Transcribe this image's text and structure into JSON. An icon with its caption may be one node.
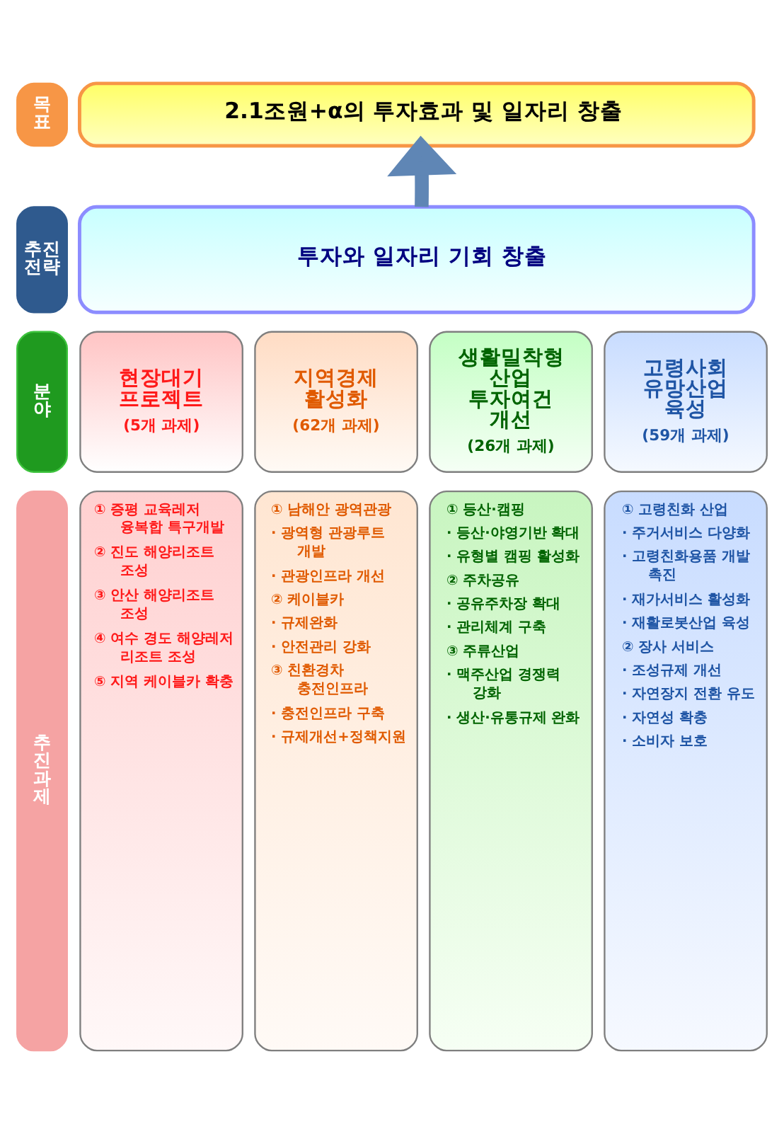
{
  "diagram": {
    "nodes": [
      {
        "text": [
          "목 표"
        ]
      },
      {
        "text": [
          "2.1조원+α의 투자효과 및 일자리 창출"
        ]
      },
      {
        "text": [
          "추진 전략"
        ]
      },
      {
        "text": [
          "투자와 일자리 기회 창출"
        ]
      },
      {
        "text": [
          "분 야"
        ]
      },
      {
        "text": [
          "현장대기 프로젝트",
          "(5개 과제)"
        ]
      },
      {
        "text": [
          "지역경제 활성화",
          "(62개 과제)"
        ]
      },
      {
        "text": [
          "생활밀착형 산업 투자여건 개선",
          "(26개 과제)"
        ]
      },
      {
        "text": [
          "고령사회 유망산업 육성",
          "(59개 과제)"
        ]
      },
      {
        "text": [
          "추 진 과 제"
        ]
      },
      {
        "text": [
          "① 증평 교육레저 융복합 특구개발",
          "② 진도 해양리조트 조성",
          "③ 안산 해양리조트 조성",
          "④ 여수 경도 해양레저 리조트 조성",
          "⑤ 지역 케이블카 확충"
        ]
      },
      {
        "text": [
          "① 남해안 광역관광",
          "· 광역형 관광루트 개발",
          "· 관광인프라 개선",
          "② 케이블카",
          "· 규제완화",
          "· 안전관리 강화",
          "③ 친환경차 충전인프라",
          "· 충전인프라 구축",
          "· 규제개선+정책지원"
        ]
      },
      {
        "text": [
          "① 등산·캠핑",
          "· 등산·야영기반 확대",
          "· 유형별 캠핑 활성화",
          "② 주차공유",
          "· 공유주차장 확대",
          "· 관리체계 구축",
          "③ 주류산업",
          "· 맥주산업 경쟁력 강화",
          "· 생산·유통규제 완화"
        ]
      },
      {
        "text": [
          "① 고령친화 산업",
          "· 주거서비스 다양화",
          "· 고령친화용품 개발 촉진",
          "· 재가서비스 활성화",
          "· 재활로봇산업 육성",
          "② 장사 서비스",
          "· 조성규제 개선",
          "· 자연장지 전환 유도",
          "· 자연성 확충",
          "· 소비자 보호"
        ]
      }
    ],
    "edges": [
      {
        "from": 3,
        "to": 1,
        "arrow": "to"
      }
    ]
  }
}
